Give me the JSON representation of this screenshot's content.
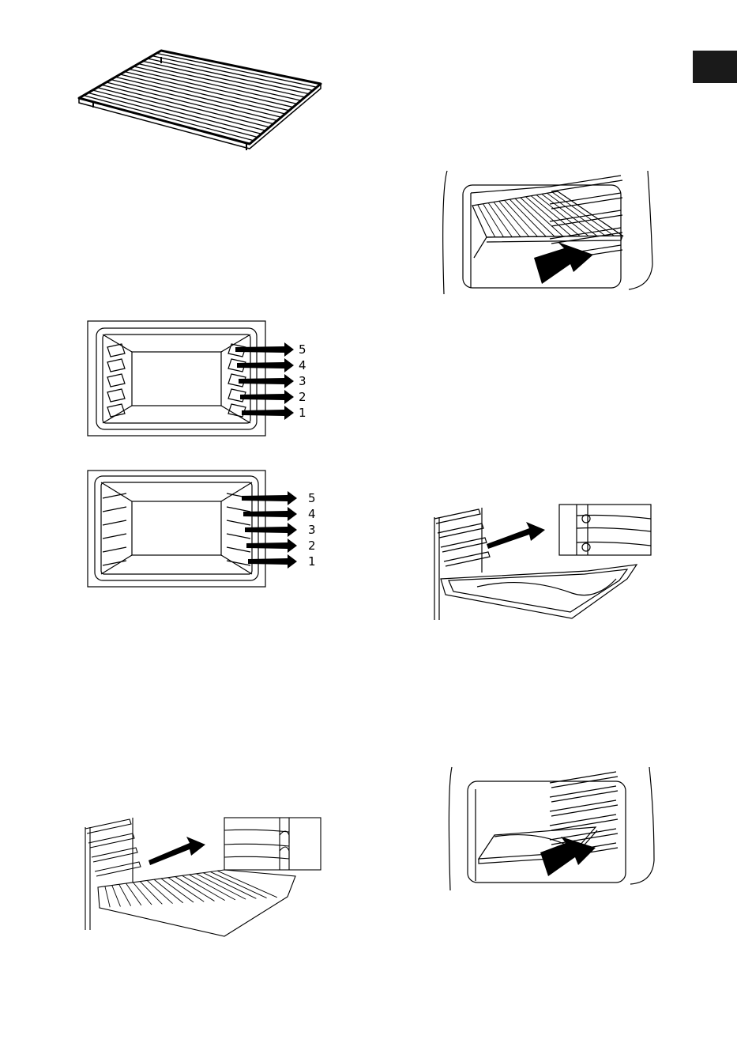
{
  "page": {
    "tab_color": "#1a1a1a",
    "line_color": "#000000"
  },
  "figures": {
    "wire_grid": {
      "icon": "wire-shelf-icon"
    },
    "oven_insert_grid": {
      "icon": "oven-grid-insert-icon"
    },
    "shelf_levels_wire": {
      "icon": "oven-cavity-wire-rails-icon",
      "levels": [
        "5",
        "4",
        "3",
        "2",
        "1"
      ]
    },
    "shelf_levels_embossed": {
      "icon": "oven-cavity-embossed-rails-icon",
      "levels": [
        "5",
        "4",
        "3",
        "2",
        "1"
      ]
    },
    "tray_on_rails": {
      "icon": "baking-tray-rails-icon"
    },
    "grid_on_rails": {
      "icon": "wire-grid-rails-icon"
    },
    "oven_insert_tray": {
      "icon": "oven-tray-insert-icon"
    }
  }
}
